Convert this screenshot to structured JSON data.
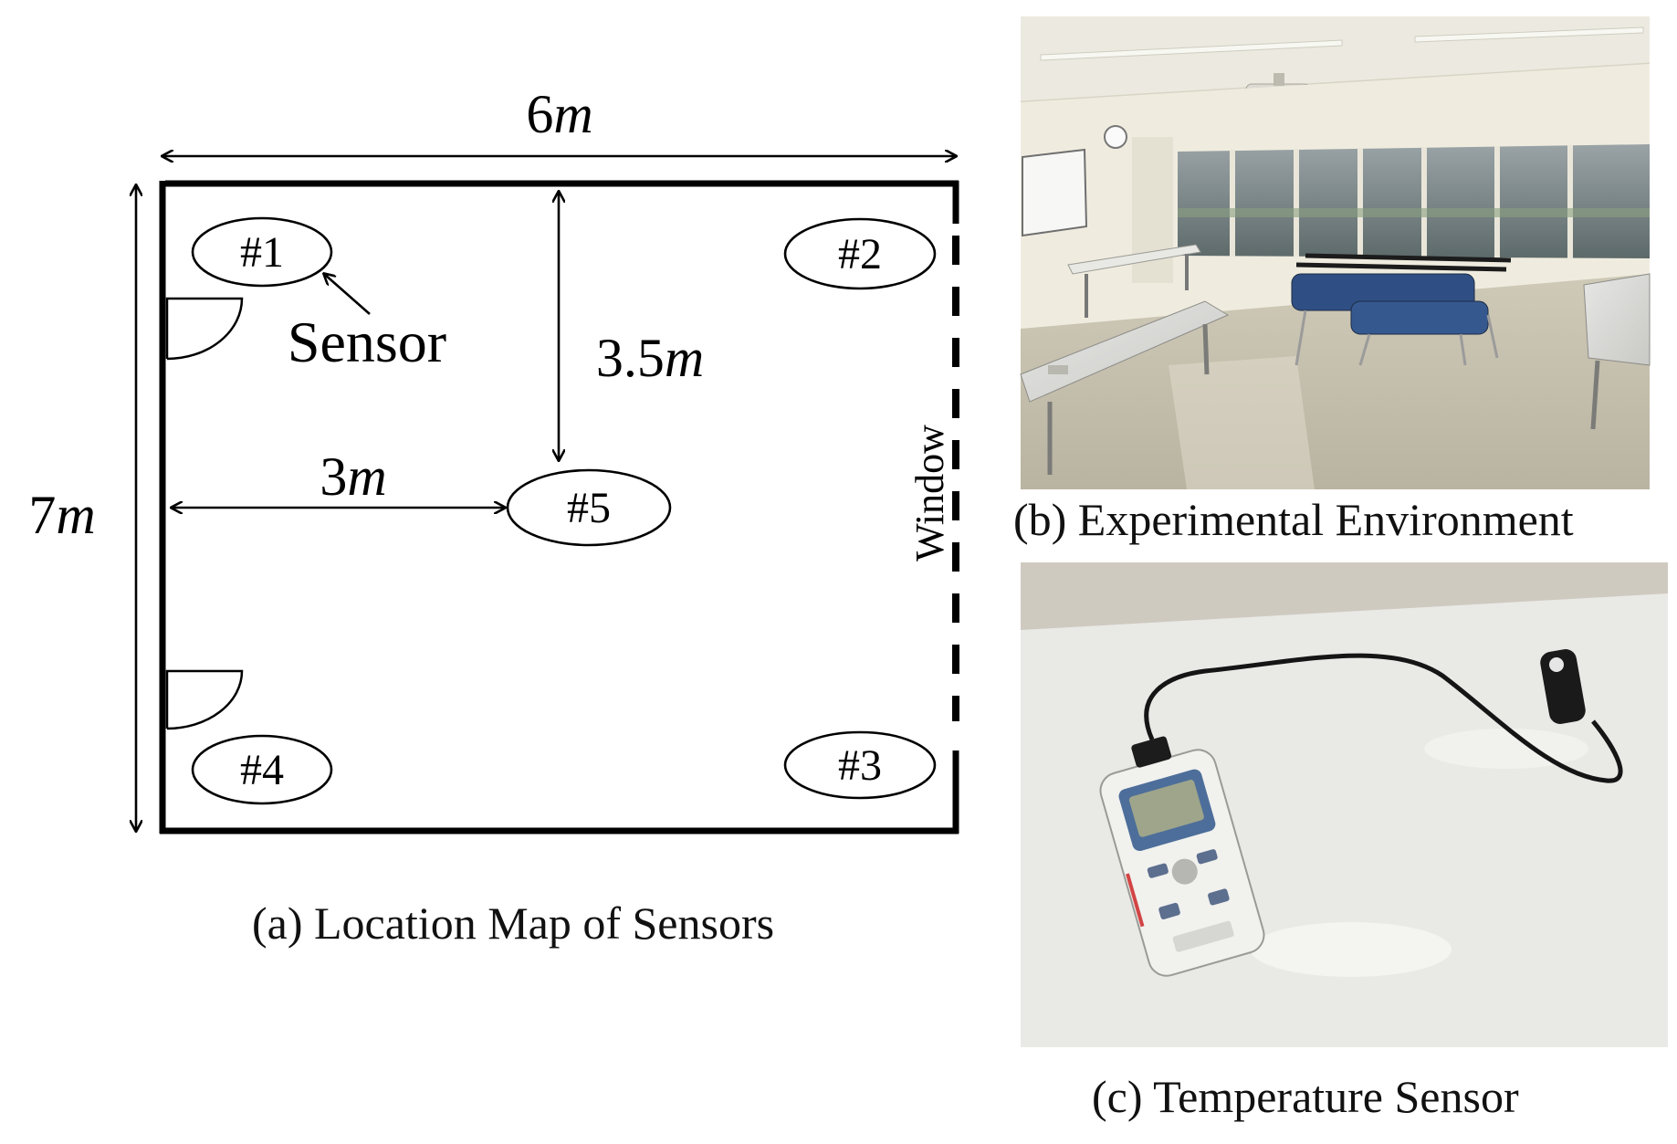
{
  "map": {
    "width_label": {
      "num": "6",
      "unit": "m"
    },
    "height_label": {
      "num": "7",
      "unit": "m"
    },
    "dist_vertical_label": {
      "num": "3.5",
      "unit": "m"
    },
    "dist_horizontal_label": {
      "num": "3",
      "unit": "m"
    },
    "window_label": "Window",
    "sensor_pointer_label": "Sensor",
    "sensors": [
      "#1",
      "#2",
      "#3",
      "#4",
      "#5"
    ],
    "caption": "(a) Location Map of Sensors"
  },
  "photos": {
    "environment_caption": "(b) Experimental Environment",
    "sensor_caption": "(c) Temperature Sensor"
  }
}
